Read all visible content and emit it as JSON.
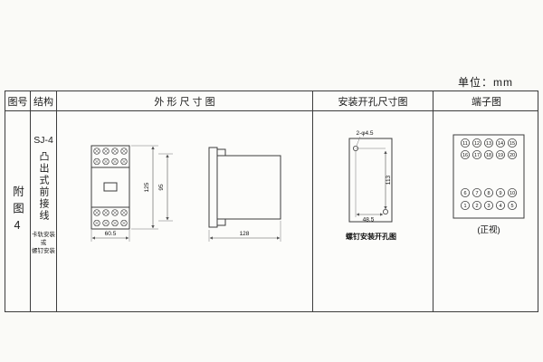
{
  "page": {
    "unit_label": "单位：mm"
  },
  "headers": {
    "fig_no": "图号",
    "structure": "结构",
    "outline": "外 形 尺 寸 图",
    "mounting": "安装开孔尺寸图",
    "terminal": "端子图"
  },
  "fig_col": {
    "text": "附图4"
  },
  "structure_col": {
    "model": "SJ-4",
    "type_text": "凸出式前接线",
    "mount_line1": "卡轨安装",
    "mount_line2": "或",
    "mount_line3": "螺钉安装"
  },
  "outline": {
    "dim_width": "60.5",
    "dim_height": "125",
    "dim_inner": "95",
    "dim_depth": "128"
  },
  "mounting": {
    "hole_label": "2-φ4.5",
    "dim_vertical": "113",
    "dim_horizontal": "48.5",
    "caption": "螺钉安装开孔图"
  },
  "terminal": {
    "rows": [
      [
        "11",
        "12",
        "13",
        "14",
        "15"
      ],
      [
        "16",
        "17",
        "18",
        "19",
        "20"
      ],
      [
        "6",
        "7",
        "8",
        "9",
        "10"
      ],
      [
        "1",
        "2",
        "3",
        "4",
        "5"
      ]
    ],
    "caption": "(正视)"
  }
}
